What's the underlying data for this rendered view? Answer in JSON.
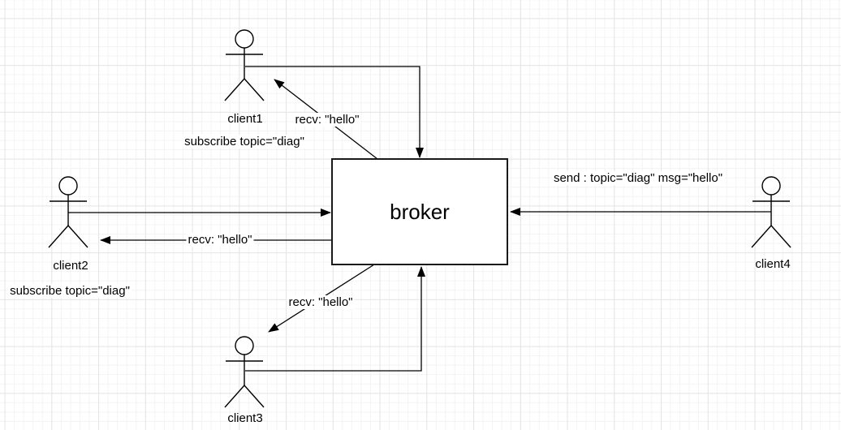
{
  "canvas": {
    "background_color": "#ffffff",
    "grid_minor_color": "#f3f3f5",
    "grid_major_color": "#e5e5e8",
    "line_color": "#000000",
    "node_border_color": "#1a1a1a"
  },
  "nodes": {
    "broker": {
      "label": "broker"
    },
    "client1": {
      "label": "client1"
    },
    "client2": {
      "label": "client2"
    },
    "client3": {
      "label": "client3"
    },
    "client4": {
      "label": "client4"
    }
  },
  "edges": {
    "client1_subscribe": {
      "label": "subscribe topic=\"diag\""
    },
    "client2_subscribe": {
      "label": "subscribe topic=\"diag\""
    },
    "client4_send": {
      "label": "send : topic=\"diag\" msg=\"hello\""
    },
    "recv_client1": {
      "label": "recv: \"hello\""
    },
    "recv_client2": {
      "label": "recv: \"hello\""
    },
    "recv_client3": {
      "label": "recv: \"hello\""
    }
  }
}
